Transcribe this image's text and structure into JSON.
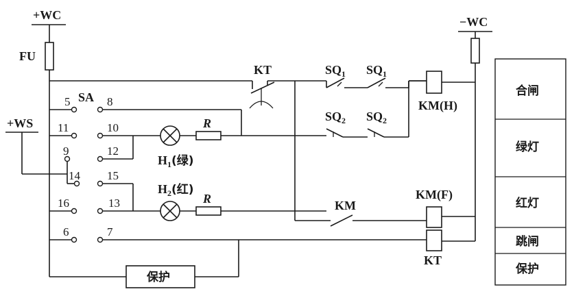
{
  "supply": {
    "pos_wc": "+WC",
    "neg_wc": "−WC",
    "pos_ws": "+WS",
    "fuse": "FU"
  },
  "switch": {
    "name": "SA",
    "contacts": [
      "5",
      "8",
      "11",
      "10",
      "9",
      "12",
      "14",
      "15",
      "16",
      "13",
      "6",
      "7"
    ]
  },
  "components": {
    "kt_contact": "KT",
    "sq1_a": "SQ",
    "sq1_b": "SQ",
    "sq1_sub": "1",
    "sq2_a": "SQ",
    "sq2_b": "SQ",
    "sq2_sub": "2",
    "km_contact": "KM",
    "km_h": "KM(H)",
    "km_f": "KM(F)",
    "kt_coil": "KT",
    "resistor_1": "R",
    "resistor_2": "R",
    "lamp_1_letter": "H",
    "lamp_1_sub": "1",
    "lamp_1_color": "(绿)",
    "lamp_2_letter": "H",
    "lamp_2_sub": "2",
    "lamp_2_color": "(红)",
    "protection": "保护"
  },
  "legend": [
    "合闸",
    "绿灯",
    "红灯",
    "跳闸",
    "保护"
  ]
}
